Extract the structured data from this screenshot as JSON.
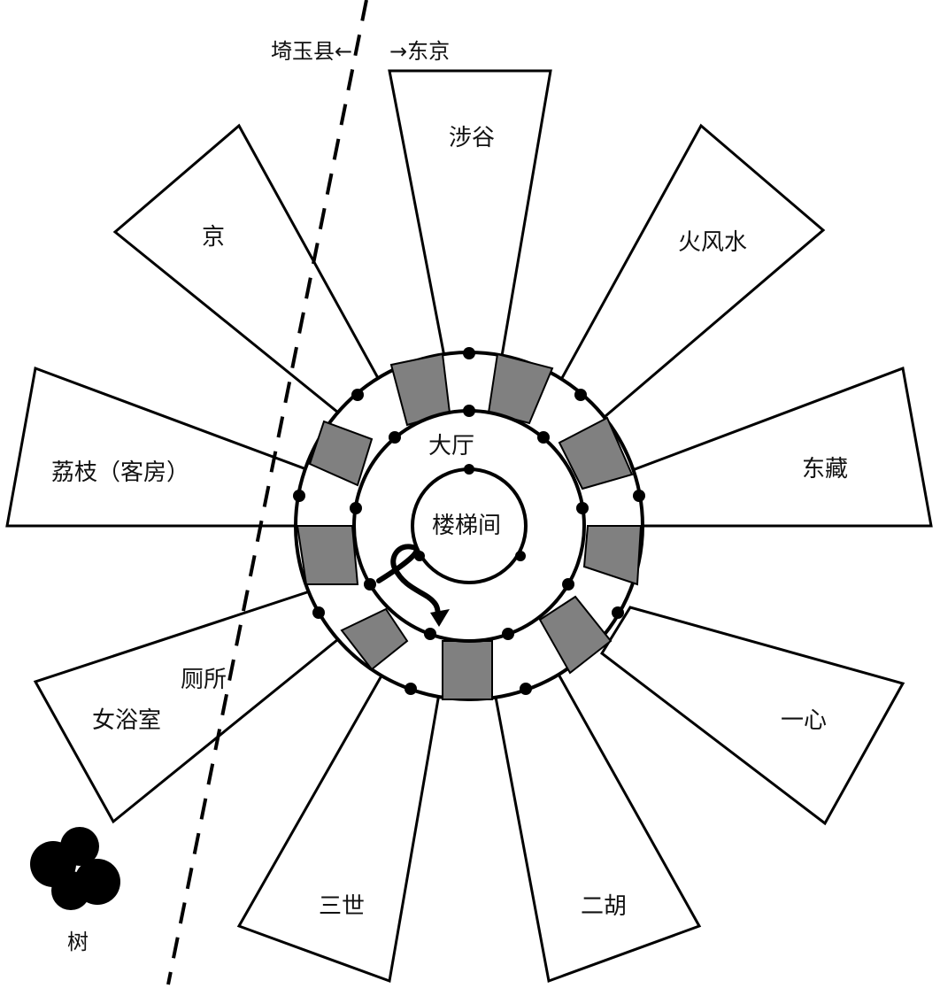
{
  "boundary": {
    "left_label": "埼玉县←",
    "right_label": "→东京"
  },
  "rooms": {
    "shibuya": "涉谷",
    "kyo": "京",
    "hifusui": "火风水",
    "reishi": "荔枝（客房）",
    "touzou": "东藏",
    "toilet": "厕所",
    "bath": "女浴室",
    "isshin": "一心",
    "sansei": "三世",
    "niko": "二胡"
  },
  "center": {
    "hall": "大厅",
    "stairs": "楼梯间"
  },
  "tree_label": "树",
  "colors": {
    "line": "#000000",
    "pillar": "#808080",
    "background": "#ffffff"
  }
}
